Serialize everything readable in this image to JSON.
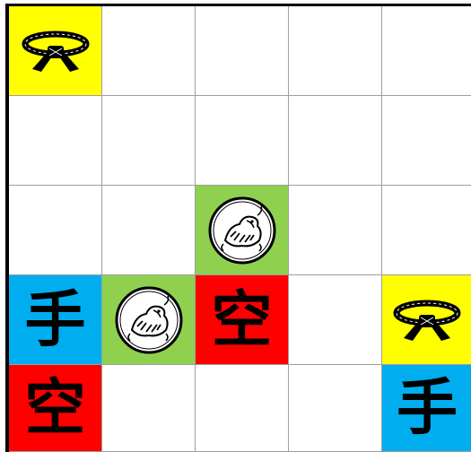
{
  "board": {
    "rows": 5,
    "cols": 5,
    "cells": [
      [
        {
          "piece": "belt",
          "color": "#ffff00"
        },
        null,
        null,
        null,
        null
      ],
      [
        null,
        null,
        null,
        null,
        null
      ],
      [
        null,
        null,
        {
          "piece": "tiger",
          "color": "#8fd14f"
        },
        null,
        null
      ],
      [
        {
          "piece": "kanji",
          "text": "手",
          "color": "#00aeef"
        },
        {
          "piece": "tiger",
          "color": "#8fd14f"
        },
        {
          "piece": "kanji",
          "text": "空",
          "color": "#ff0000"
        },
        null,
        {
          "piece": "belt",
          "color": "#ffff00"
        }
      ],
      [
        {
          "piece": "kanji",
          "text": "空",
          "color": "#ff0000"
        },
        null,
        null,
        null,
        {
          "piece": "kanji",
          "text": "手",
          "color": "#00aeef"
        }
      ]
    ]
  }
}
